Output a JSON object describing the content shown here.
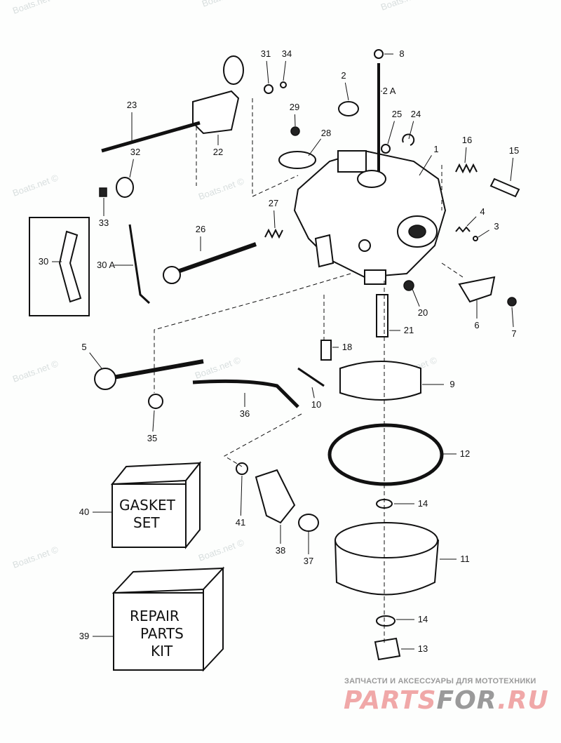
{
  "watermark": "Boats.net ©",
  "callouts": [
    "8",
    "2",
    "2 A",
    "25",
    "24",
    "31",
    "34",
    "29",
    "28",
    "23",
    "22",
    "32",
    "33",
    "1",
    "16",
    "15",
    "27",
    "26",
    "4",
    "3",
    "30 A",
    "30",
    "20",
    "6",
    "7",
    "21",
    "18",
    "5",
    "9",
    "10",
    "36",
    "35",
    "12",
    "14",
    "40",
    "41",
    "38",
    "37",
    "11",
    "14",
    "39",
    "13"
  ],
  "gasket_box": {
    "line1": "GASKET",
    "line2": "SET"
  },
  "repair_box": {
    "line1": "REPAIR",
    "line2": "PARTS",
    "line3": "KIT"
  },
  "footer": {
    "tagline": "ЗАПЧАСТИ И АКСЕССУАРЫ ДЛЯ МОТОТЕХНИКИ",
    "logo_part1": "PARTS",
    "logo_part2": "FOR",
    "logo_part3": ".RU"
  },
  "colors": {
    "logo_red": "#f0a8a8",
    "logo_gray": "#9a9a9a",
    "watermark": "#d8dede"
  }
}
